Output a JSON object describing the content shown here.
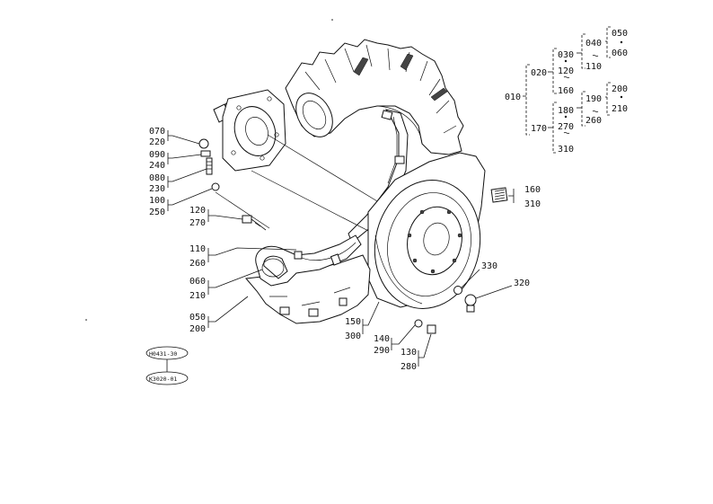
{
  "callouts": [
    {
      "id": "c070",
      "label": "070"
    },
    {
      "id": "c220",
      "label": "220"
    },
    {
      "id": "c090",
      "label": "090"
    },
    {
      "id": "c240",
      "label": "240"
    },
    {
      "id": "c080",
      "label": "080"
    },
    {
      "id": "c230",
      "label": "230"
    },
    {
      "id": "c100",
      "label": "100"
    },
    {
      "id": "c250",
      "label": "250"
    },
    {
      "id": "c120",
      "label": "120"
    },
    {
      "id": "c270",
      "label": "270"
    },
    {
      "id": "c110",
      "label": "110"
    },
    {
      "id": "c260",
      "label": "260"
    },
    {
      "id": "c060",
      "label": "060"
    },
    {
      "id": "c210",
      "label": "210"
    },
    {
      "id": "c050",
      "label": "050"
    },
    {
      "id": "c200",
      "label": "200"
    },
    {
      "id": "c150",
      "label": "150"
    },
    {
      "id": "c300",
      "label": "300"
    },
    {
      "id": "c140",
      "label": "140"
    },
    {
      "id": "c290",
      "label": "290"
    },
    {
      "id": "c130",
      "label": "130"
    },
    {
      "id": "c280",
      "label": "280"
    },
    {
      "id": "c330",
      "label": "330"
    },
    {
      "id": "c320",
      "label": "320"
    },
    {
      "id": "c160",
      "label": "160"
    },
    {
      "id": "c310",
      "label": "310"
    }
  ],
  "tree": {
    "n010": "010",
    "n020": "020",
    "n030": "030",
    "n120": "120",
    "n160": "160",
    "n040": "040",
    "n110": "110",
    "n050": "050",
    "n060": "060",
    "n170": "170",
    "n180": "180",
    "n270": "270",
    "n310": "310",
    "n190": "190",
    "n260": "260",
    "n200": "200",
    "n210": "210"
  },
  "references": {
    "top": "H0431-30",
    "bottom": "K3020-01"
  }
}
